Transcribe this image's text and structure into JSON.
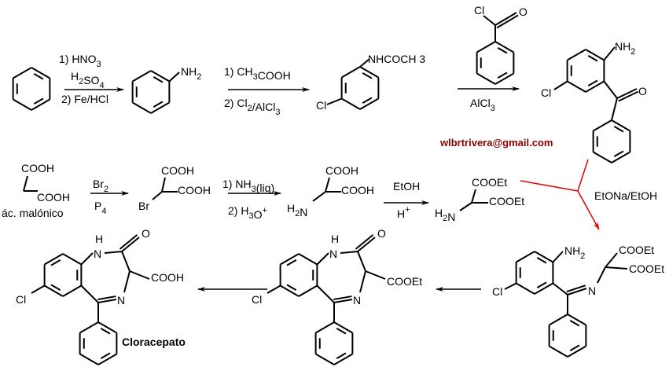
{
  "colors": {
    "bonds": "#000000",
    "highlight_arrow": "#e00000",
    "email": "#8b0000"
  },
  "step1": {
    "reagent_1": "1) HNO3",
    "reagent_1b": "H2SO4",
    "reagent_2": "2) Fe/HCl"
  },
  "aniline": {
    "group": "NH2"
  },
  "step2": {
    "reagent_1": "1) CH3COOH",
    "reagent_2": "2) Cl2/AlCl3"
  },
  "chloroacetanilide": {
    "cl": "Cl",
    "group": "NHCOCH 3"
  },
  "benzoyl_chloride": {
    "cl": "Cl",
    "o": "O"
  },
  "step3": {
    "reagent": "AlCl3"
  },
  "aminobenzophenone": {
    "nh2": "NH2",
    "cl": "Cl",
    "o": "O"
  },
  "email": "wlbrtrivera@gmail.com",
  "malonic": {
    "cooh_1": "COOH",
    "cooh_2": "COOH",
    "name": "ác. malónico"
  },
  "step4": {
    "reagent_1": "Br2",
    "reagent_2": "P4"
  },
  "bromomalonic": {
    "cooh_1": "COOH",
    "cooh_2": "COOH",
    "br": "Br"
  },
  "step5": {
    "reagent_1": "1) NH3(liq)",
    "reagent_2": "2) H3O+"
  },
  "aminomalonic": {
    "cooh_1": "COOH",
    "cooh_2": "COOH",
    "nh2": "H2N"
  },
  "step6": {
    "reagent_1": "EtOH",
    "reagent_2": "H+"
  },
  "aminomalonate": {
    "ester_1": "COOEt",
    "ester_2": "COOEt",
    "nh2": "H2N"
  },
  "step7": {
    "reagent": "EtONa/EtOH"
  },
  "imine": {
    "nh2": "NH2",
    "cl": "Cl",
    "n": "N",
    "ester_1": "COOEt",
    "ester_2": "COOEt"
  },
  "bzd_ester": {
    "h": "H",
    "n1": "N",
    "o": "O",
    "n4": "N",
    "cl": "Cl",
    "ester": "COOEt"
  },
  "cloracepato": {
    "h": "H",
    "n1": "N",
    "o": "O",
    "n4": "N",
    "cl": "Cl",
    "acid": "COOH",
    "name": "Cloracepato"
  }
}
